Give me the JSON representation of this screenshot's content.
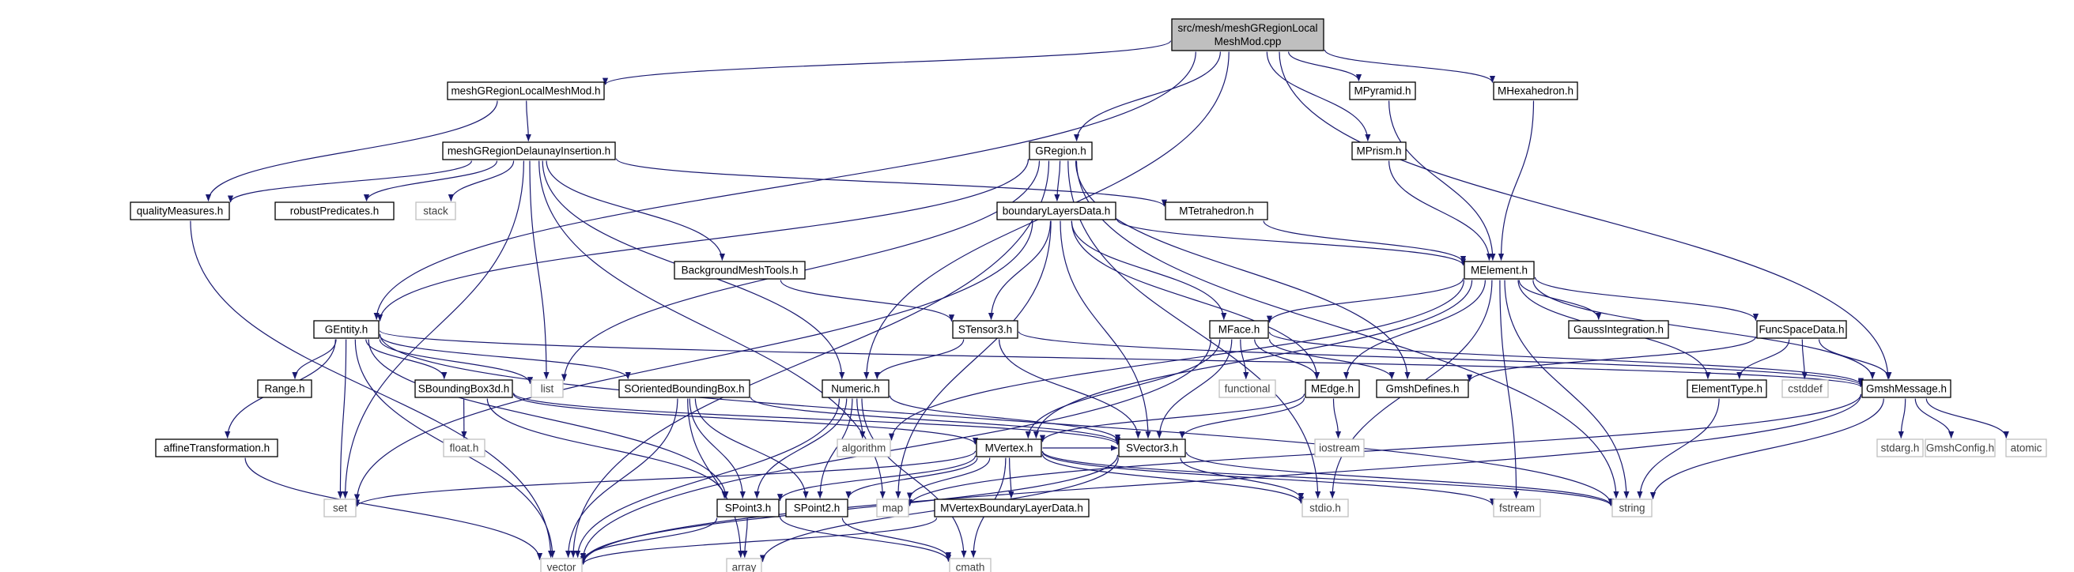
{
  "colors": {
    "edge": "#191970",
    "root_fill": "#bfbfbf",
    "node_stroke": "#000000",
    "external_stroke": "#bfbfbf",
    "node_text": "#000000",
    "external_text": "#404040"
  },
  "nodes": [
    {
      "id": "root",
      "label": "src/mesh/meshGRegionLocal\nMeshMod.cpp",
      "kind": "root"
    },
    {
      "id": "localmeshmod",
      "label": "meshGRegionLocalMeshMod.h",
      "kind": "header"
    },
    {
      "id": "gregion",
      "label": "GRegion.h",
      "kind": "header"
    },
    {
      "id": "mprism",
      "label": "MPrism.h",
      "kind": "header"
    },
    {
      "id": "mpyramid",
      "label": "MPyramid.h",
      "kind": "header"
    },
    {
      "id": "mhexa",
      "label": "MHexahedron.h",
      "kind": "header"
    },
    {
      "id": "delaunay",
      "label": "meshGRegionDelaunayInsertion.h",
      "kind": "header"
    },
    {
      "id": "quality",
      "label": "qualityMeasures.h",
      "kind": "header"
    },
    {
      "id": "robust",
      "label": "robustPredicates.h",
      "kind": "header"
    },
    {
      "id": "stack",
      "label": "stack",
      "kind": "external"
    },
    {
      "id": "blayers",
      "label": "boundaryLayersData.h",
      "kind": "header"
    },
    {
      "id": "mtet",
      "label": "MTetrahedron.h",
      "kind": "header"
    },
    {
      "id": "bgmesh",
      "label": "BackgroundMeshTools.h",
      "kind": "header"
    },
    {
      "id": "melement",
      "label": "MElement.h",
      "kind": "header"
    },
    {
      "id": "gentity",
      "label": "GEntity.h",
      "kind": "header"
    },
    {
      "id": "stensor",
      "label": "STensor3.h",
      "kind": "header"
    },
    {
      "id": "mface",
      "label": "MFace.h",
      "kind": "header"
    },
    {
      "id": "gauss",
      "label": "GaussIntegration.h",
      "kind": "header"
    },
    {
      "id": "funcspace",
      "label": "FuncSpaceData.h",
      "kind": "header"
    },
    {
      "id": "range",
      "label": "Range.h",
      "kind": "header"
    },
    {
      "id": "sbb",
      "label": "SBoundingBox3d.h",
      "kind": "header"
    },
    {
      "id": "list",
      "label": "list",
      "kind": "external"
    },
    {
      "id": "sobb",
      "label": "SOrientedBoundingBox.h",
      "kind": "header"
    },
    {
      "id": "numeric",
      "label": "Numeric.h",
      "kind": "header"
    },
    {
      "id": "functional",
      "label": "functional",
      "kind": "external"
    },
    {
      "id": "medge",
      "label": "MEdge.h",
      "kind": "header"
    },
    {
      "id": "gmshdefines",
      "label": "GmshDefines.h",
      "kind": "header"
    },
    {
      "id": "elemtype",
      "label": "ElementType.h",
      "kind": "header"
    },
    {
      "id": "cstddef",
      "label": "cstddef",
      "kind": "external"
    },
    {
      "id": "gmshmessage",
      "label": "GmshMessage.h",
      "kind": "header"
    },
    {
      "id": "affine",
      "label": "affineTransformation.h",
      "kind": "header"
    },
    {
      "id": "floath",
      "label": "float.h",
      "kind": "external"
    },
    {
      "id": "algorithm",
      "label": "algorithm",
      "kind": "external"
    },
    {
      "id": "mvertex",
      "label": "MVertex.h",
      "kind": "header"
    },
    {
      "id": "svector",
      "label": "SVector3.h",
      "kind": "header"
    },
    {
      "id": "iostream",
      "label": "iostream",
      "kind": "external"
    },
    {
      "id": "stdarg",
      "label": "stdarg.h",
      "kind": "external"
    },
    {
      "id": "gmshconfig",
      "label": "GmshConfig.h",
      "kind": "external"
    },
    {
      "id": "atomic",
      "label": "atomic",
      "kind": "external"
    },
    {
      "id": "set",
      "label": "set",
      "kind": "external"
    },
    {
      "id": "spoint3",
      "label": "SPoint3.h",
      "kind": "header"
    },
    {
      "id": "map",
      "label": "map",
      "kind": "external"
    },
    {
      "id": "spoint2",
      "label": "SPoint2.h",
      "kind": "header"
    },
    {
      "id": "mvbl",
      "label": "MVertexBoundaryLayerData.h",
      "kind": "header"
    },
    {
      "id": "stdio",
      "label": "stdio.h",
      "kind": "external"
    },
    {
      "id": "fstream",
      "label": "fstream",
      "kind": "external"
    },
    {
      "id": "string",
      "label": "string",
      "kind": "external"
    },
    {
      "id": "vector",
      "label": "vector",
      "kind": "external"
    },
    {
      "id": "array",
      "label": "array",
      "kind": "external"
    },
    {
      "id": "cmath",
      "label": "cmath",
      "kind": "external"
    }
  ],
  "edges": [
    [
      "root",
      "localmeshmod"
    ],
    [
      "root",
      "gregion"
    ],
    [
      "root",
      "mprism"
    ],
    [
      "root",
      "mpyramid"
    ],
    [
      "root",
      "mhexa"
    ],
    [
      "root",
      "gentity"
    ],
    [
      "root",
      "numeric"
    ],
    [
      "root",
      "gmshmessage"
    ],
    [
      "localmeshmod",
      "delaunay"
    ],
    [
      "localmeshmod",
      "quality"
    ],
    [
      "delaunay",
      "quality"
    ],
    [
      "delaunay",
      "robust"
    ],
    [
      "delaunay",
      "stack"
    ],
    [
      "delaunay",
      "mtet"
    ],
    [
      "delaunay",
      "bgmesh"
    ],
    [
      "delaunay",
      "list"
    ],
    [
      "delaunay",
      "set"
    ],
    [
      "delaunay",
      "numeric"
    ],
    [
      "delaunay",
      "map"
    ],
    [
      "gregion",
      "blayers"
    ],
    [
      "gregion",
      "gentity"
    ],
    [
      "gregion",
      "list"
    ],
    [
      "gregion",
      "vector"
    ],
    [
      "gregion",
      "gmshdefines"
    ],
    [
      "gregion",
      "stdio"
    ],
    [
      "gregion",
      "string"
    ],
    [
      "mprism",
      "melement"
    ],
    [
      "mpyramid",
      "melement"
    ],
    [
      "mhexa",
      "melement"
    ],
    [
      "mtet",
      "melement"
    ],
    [
      "quality",
      "vector"
    ],
    [
      "bgmesh",
      "stensor"
    ],
    [
      "blayers",
      "melement"
    ],
    [
      "blayers",
      "stensor"
    ],
    [
      "blayers",
      "mface"
    ],
    [
      "blayers",
      "medge"
    ],
    [
      "blayers",
      "svector"
    ],
    [
      "blayers",
      "map"
    ],
    [
      "blayers",
      "set"
    ],
    [
      "melement",
      "gauss"
    ],
    [
      "melement",
      "funcspace"
    ],
    [
      "melement",
      "mface"
    ],
    [
      "melement",
      "medge"
    ],
    [
      "melement",
      "mvertex"
    ],
    [
      "melement",
      "gmshmessage"
    ],
    [
      "melement",
      "elemtype"
    ],
    [
      "melement",
      "stdio"
    ],
    [
      "melement",
      "string"
    ],
    [
      "melement",
      "fstream"
    ],
    [
      "melement",
      "algorithm"
    ],
    [
      "gentity",
      "range"
    ],
    [
      "gentity",
      "sbb"
    ],
    [
      "gentity",
      "list"
    ],
    [
      "gentity",
      "sobb"
    ],
    [
      "gentity",
      "affine"
    ],
    [
      "gentity",
      "set"
    ],
    [
      "gentity",
      "vector"
    ],
    [
      "gentity",
      "spoint3"
    ],
    [
      "gentity",
      "string"
    ],
    [
      "gentity",
      "gmshmessage"
    ],
    [
      "stensor",
      "numeric"
    ],
    [
      "stensor",
      "svector"
    ],
    [
      "stensor",
      "gmshmessage"
    ],
    [
      "mface",
      "mvertex"
    ],
    [
      "mface",
      "medge"
    ],
    [
      "mface",
      "svector"
    ],
    [
      "mface",
      "vector"
    ],
    [
      "mface",
      "functional"
    ],
    [
      "mface",
      "gmshdefines"
    ],
    [
      "mface",
      "gmshmessage"
    ],
    [
      "funcspace",
      "elemtype"
    ],
    [
      "funcspace",
      "cstddef"
    ],
    [
      "funcspace",
      "gmshmessage"
    ],
    [
      "funcspace",
      "gmshdefines"
    ],
    [
      "sbb",
      "floath"
    ],
    [
      "sbb",
      "spoint3"
    ],
    [
      "sbb",
      "mvertex"
    ],
    [
      "sbb",
      "svector"
    ],
    [
      "sobb",
      "svector"
    ],
    [
      "sobb",
      "spoint3"
    ],
    [
      "sobb",
      "spoint2"
    ],
    [
      "sobb",
      "vector"
    ],
    [
      "sobb",
      "array"
    ],
    [
      "numeric",
      "algorithm"
    ],
    [
      "numeric",
      "spoint3"
    ],
    [
      "numeric",
      "spoint2"
    ],
    [
      "numeric",
      "svector"
    ],
    [
      "numeric",
      "vector"
    ],
    [
      "numeric",
      "cmath"
    ],
    [
      "medge",
      "mvertex"
    ],
    [
      "medge",
      "svector"
    ],
    [
      "medge",
      "iostream"
    ],
    [
      "elemtype",
      "string"
    ],
    [
      "gmshmessage",
      "stdarg"
    ],
    [
      "gmshmessage",
      "gmshconfig"
    ],
    [
      "gmshmessage",
      "atomic"
    ],
    [
      "gmshmessage",
      "string"
    ],
    [
      "gmshmessage",
      "map"
    ],
    [
      "gmshmessage",
      "vector"
    ],
    [
      "affine",
      "vector"
    ],
    [
      "mvertex",
      "set"
    ],
    [
      "mvertex",
      "spoint3"
    ],
    [
      "mvertex",
      "spoint2"
    ],
    [
      "mvertex",
      "map"
    ],
    [
      "mvertex",
      "mvbl"
    ],
    [
      "mvertex",
      "stdio"
    ],
    [
      "mvertex",
      "cmath"
    ],
    [
      "mvertex",
      "fstream"
    ],
    [
      "mvertex",
      "string"
    ],
    [
      "mvertex",
      "svector"
    ],
    [
      "svector",
      "stdio"
    ],
    [
      "svector",
      "array"
    ],
    [
      "svector",
      "string"
    ],
    [
      "svector",
      "vector"
    ],
    [
      "spoint3",
      "vector"
    ],
    [
      "spoint3",
      "array"
    ],
    [
      "spoint3",
      "cmath"
    ],
    [
      "spoint2",
      "cmath"
    ],
    [
      "mvbl",
      "vector"
    ]
  ]
}
